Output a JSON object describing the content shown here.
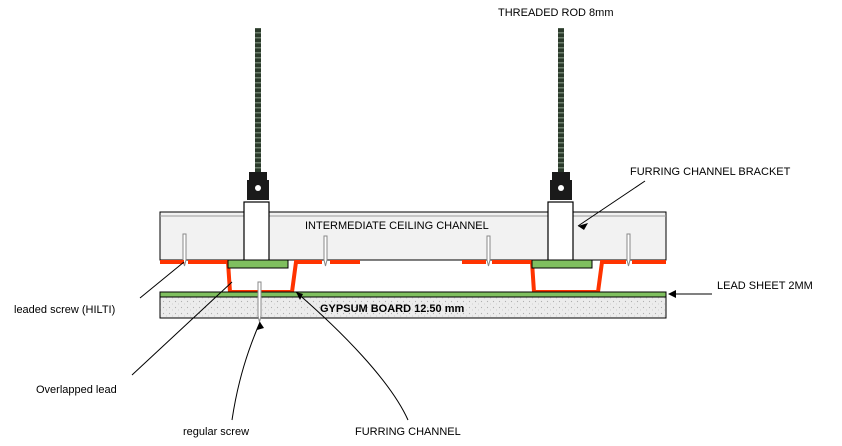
{
  "labels": {
    "threaded_rod": "THREADED ROD 8mm",
    "furring_channel_bracket": "FURRING CHANNEL BRACKET",
    "intermediate_ceiling_channel": "INTERMEDIATE  CEILING  CHANNEL",
    "lead_sheet": "LEAD SHEET 2MM",
    "gypsum_board": "GYPSUM  BOARD  12.50 mm",
    "leaded_screw": "leaded screw (HILTI)",
    "overlapped_lead": "Overlapped  lead",
    "regular_screw": "regular screw",
    "furring_channel": "FURRING CHANNEL"
  },
  "colors": {
    "lead_strip": "#ff3300",
    "lead_sheet": "#7fbf5f",
    "channel_fill": "#f2f2f2",
    "gypsum_fill": "#e6e6e6",
    "line": "#000000"
  }
}
